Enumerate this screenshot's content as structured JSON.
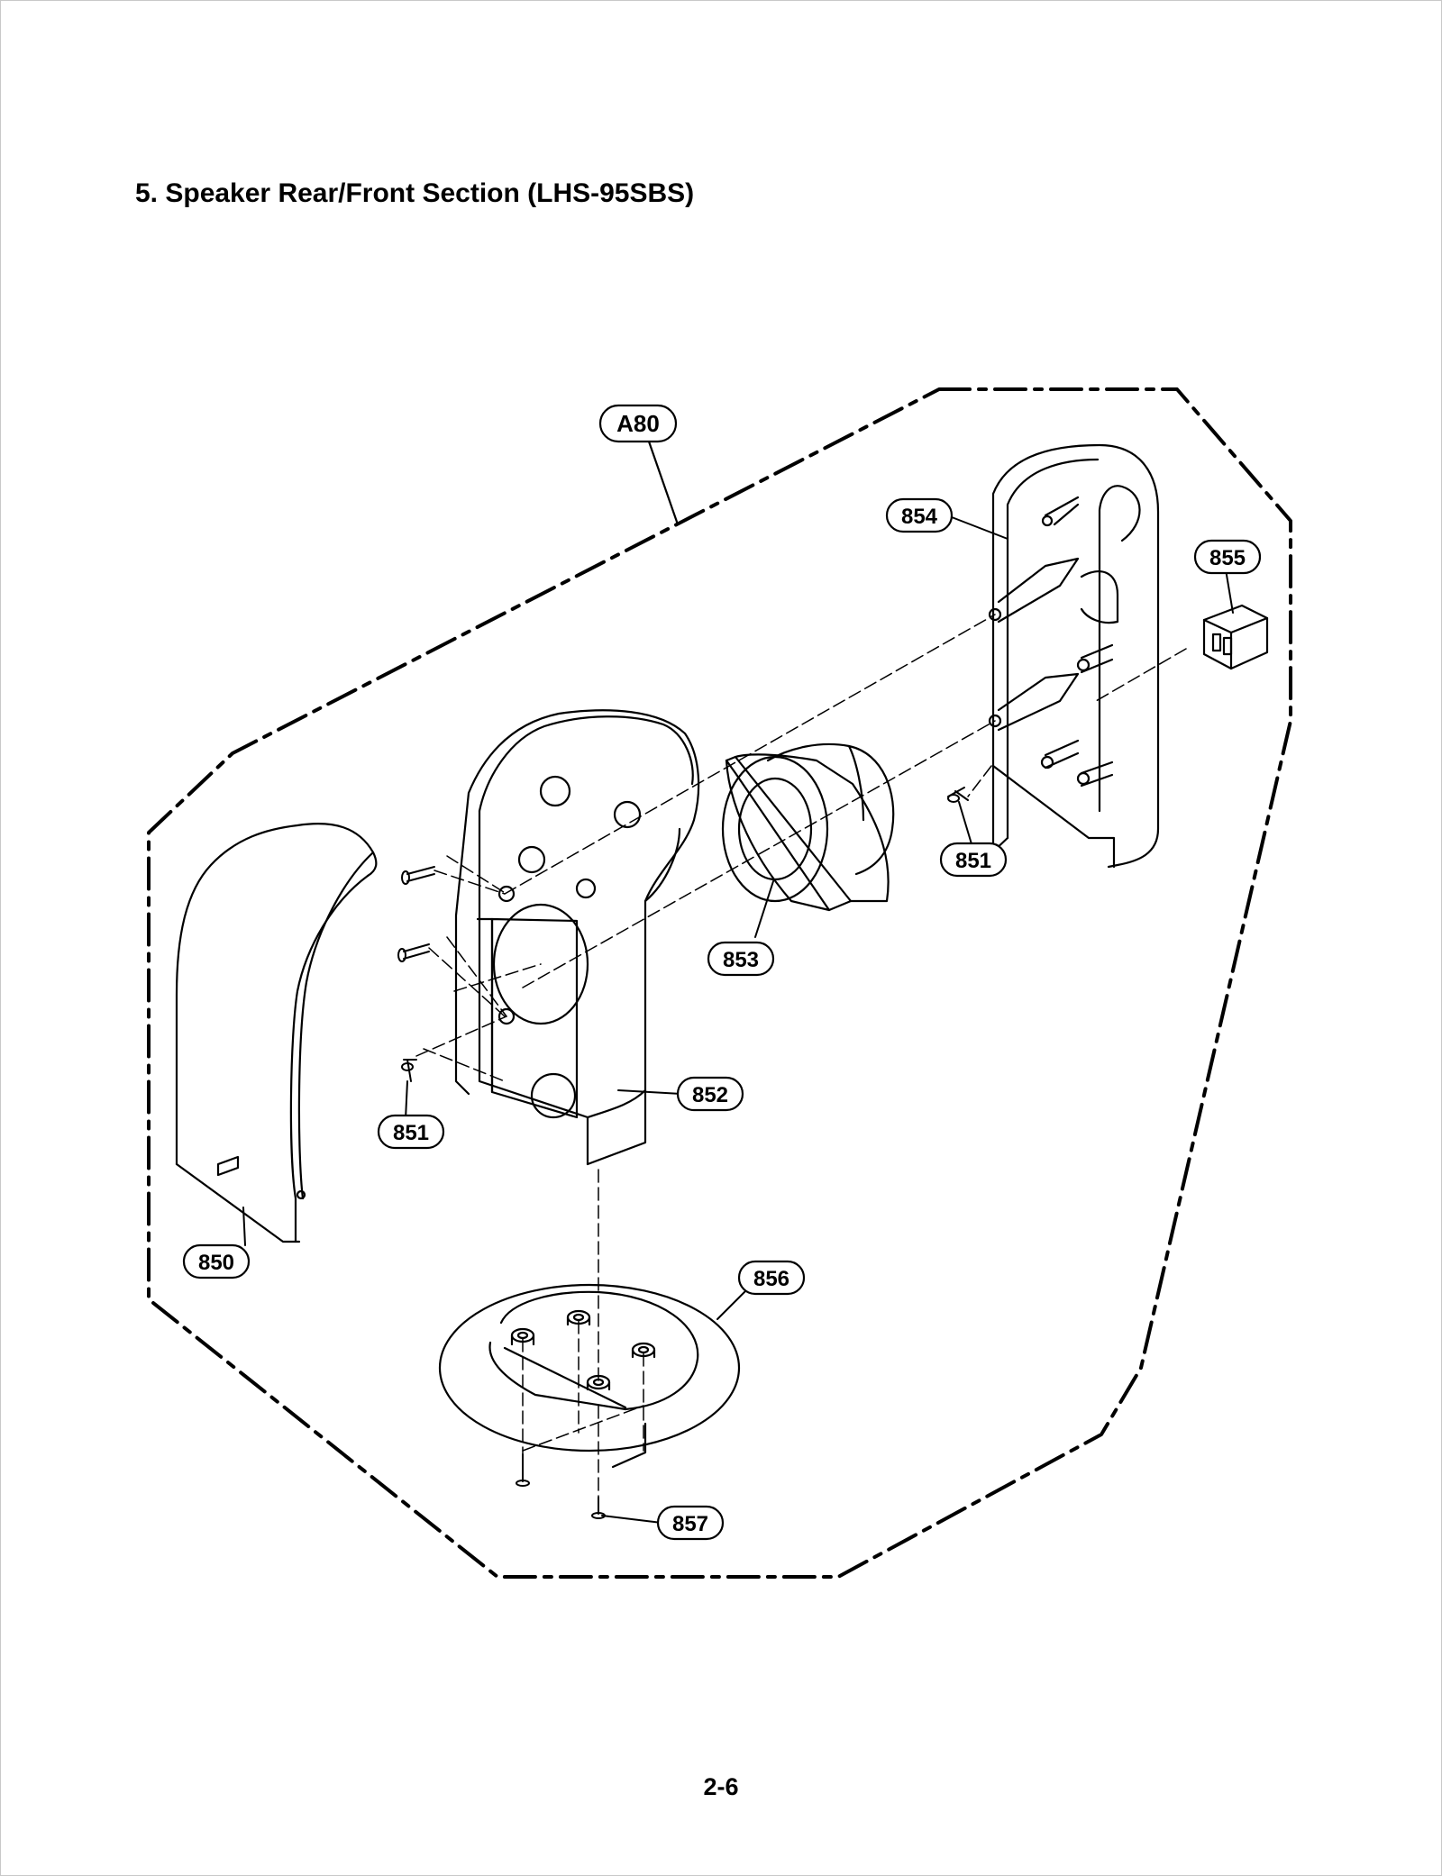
{
  "title": "5. Speaker Rear/Front Section (LHS-95SBS)",
  "page_number": "2-6",
  "callouts": {
    "assembly": "A80",
    "rear_cover": "850",
    "screw_left": "851",
    "screw_right": "851",
    "front_cabinet": "852",
    "speaker_unit": "853",
    "rear_cabinet": "854",
    "terminal": "855",
    "stand_base": "856",
    "base_screw": "857"
  }
}
